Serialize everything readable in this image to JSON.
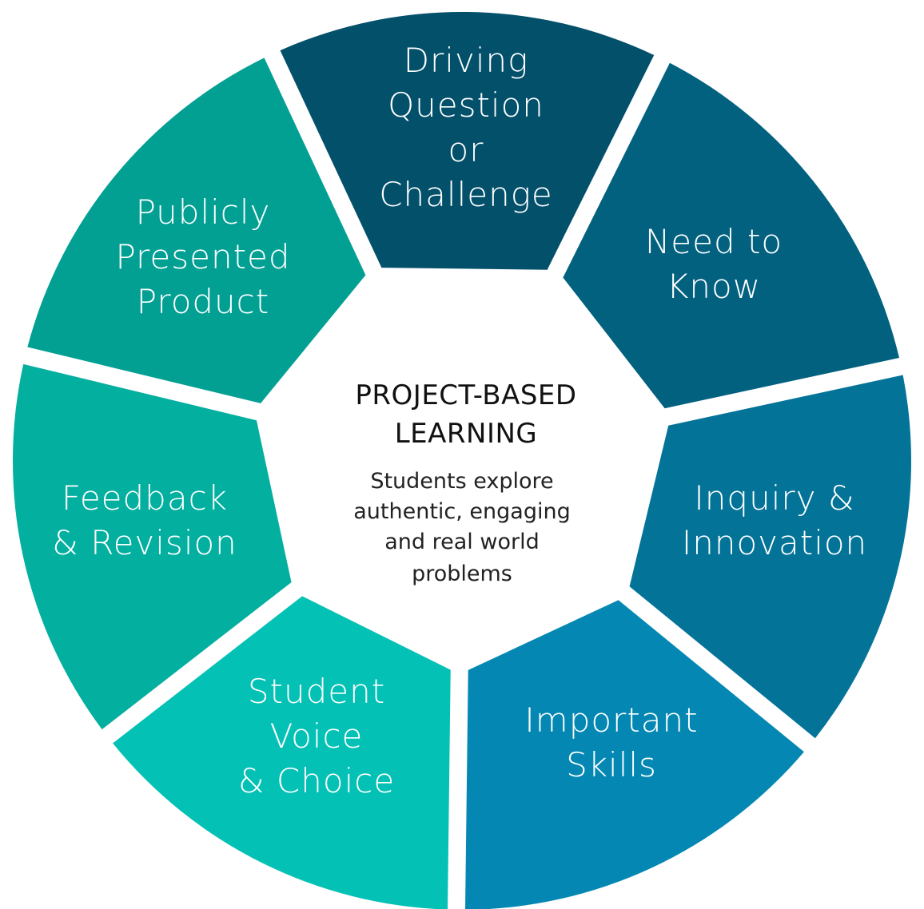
{
  "center": {
    "title_lines": [
      "PROJECT-BASED",
      "LEARNING"
    ],
    "description_lines": [
      "Students explore",
      "authentic, engaging",
      "and real world",
      "problems"
    ]
  },
  "segments": [
    {
      "id": "driving-question",
      "lines": [
        "Driving",
        "Question",
        "or",
        "Challenge"
      ],
      "color": "#03506B"
    },
    {
      "id": "need-to-know",
      "lines": [
        "Need to",
        "Know"
      ],
      "color": "#02617F"
    },
    {
      "id": "inquiry-innovation",
      "lines": [
        "Inquiry &",
        "Innovation"
      ],
      "color": "#037398"
    },
    {
      "id": "important-skills",
      "lines": [
        "Important",
        "Skills"
      ],
      "color": "#0488B3"
    },
    {
      "id": "student-voice-choice",
      "lines": [
        "Student",
        "Voice",
        "& Choice"
      ],
      "color": "#03C1B5"
    },
    {
      "id": "feedback-revision",
      "lines": [
        "Feedback",
        "& Revision"
      ],
      "color": "#03AF9F"
    },
    {
      "id": "publicly-presented-product",
      "lines": [
        "Publicly",
        "Presented",
        "Product"
      ],
      "color": "#02A093"
    }
  ]
}
